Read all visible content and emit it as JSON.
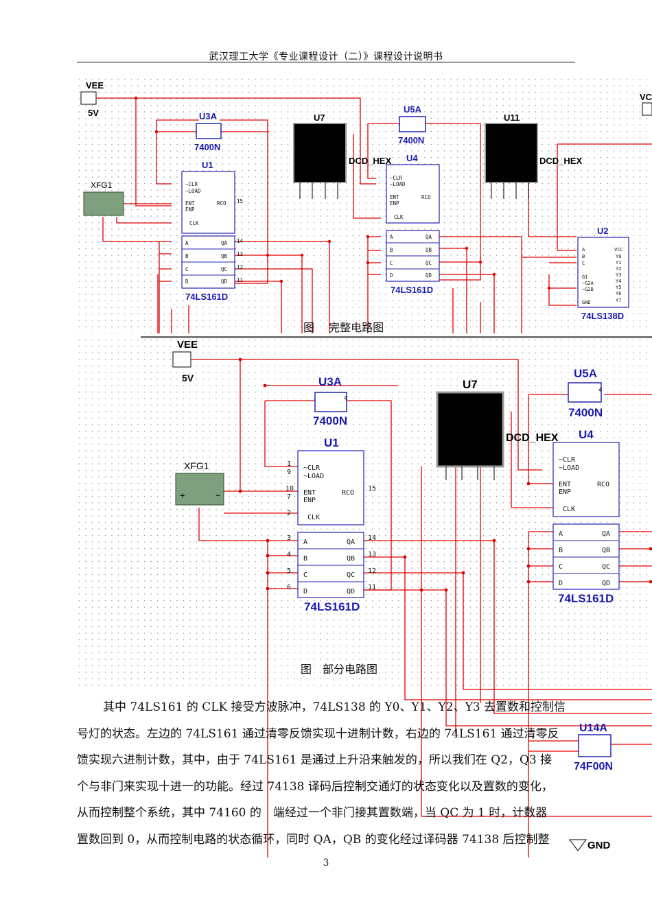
{
  "header": {
    "title": "武汉理工大学《专业课程设计（二）》课程设计说明书"
  },
  "figure1": {
    "caption": "图　 完整电路图",
    "vee": {
      "label": "VEE",
      "value": "5V"
    },
    "vcc_partial": "VC",
    "xfg": "XFG1",
    "u3a": {
      "ref": "U3A",
      "part": "7400N"
    },
    "u5a": {
      "ref": "U5A",
      "part": "7400N"
    },
    "u7": {
      "ref": "U7",
      "part": "DCD_HEX"
    },
    "u11": {
      "ref": "U11",
      "part": "DCD_HEX"
    },
    "u1": {
      "ref": "U1",
      "part": "74LS161D"
    },
    "u4": {
      "ref": "U4",
      "part": "74LS161D"
    },
    "u2": {
      "ref": "U2",
      "part": "74LS138D"
    }
  },
  "figure2": {
    "caption": "图　部分电路图",
    "vee": {
      "label": "VEE",
      "value": "5V"
    },
    "xfg": "XFG1",
    "u3a": {
      "ref": "U3A",
      "part": "7400N"
    },
    "u5a": {
      "ref": "U5A",
      "part": "7400N"
    },
    "u7": {
      "ref": "U7",
      "part": "DCD_HEX"
    },
    "u1": {
      "ref": "U1",
      "part": "74LS161D"
    },
    "u4": {
      "ref": "U4",
      "part": "74LS161D"
    },
    "u14a": {
      "ref": "U14A",
      "part": "74F00N"
    },
    "gnd": "GND"
  },
  "pins161": {
    "clr": "~CLR",
    "load": "~LOAD",
    "ent": "ENT",
    "enp": "ENP",
    "clk": "CLK",
    "rco": "RCO",
    "a": "A",
    "b": "B",
    "c": "C",
    "d": "D",
    "qa": "QA",
    "qb": "QB",
    "qc": "QC",
    "qd": "QD",
    "n1": "1",
    "n9": "9",
    "n10": "10",
    "n7": "7",
    "n2": "2",
    "n15": "15",
    "n3": "3",
    "n4": "4",
    "n5": "5",
    "n6": "6",
    "n14": "14",
    "n13": "13",
    "n12": "12",
    "n11": "11"
  },
  "pins138": {
    "a": "A",
    "b": "B",
    "c": "C",
    "g1": "G1",
    "g2a": "~G2A",
    "g2b": "~G2B",
    "gnd": "GND",
    "vcc": "VCC",
    "y0": "Y0",
    "y1": "Y1",
    "y2": "Y2",
    "y3": "Y3",
    "y4": "Y4",
    "y5": "Y5",
    "y6": "Y6",
    "y7": "Y7"
  },
  "nand_pin": "4",
  "paragraph": [
    "其中 74LS161 的 CLK 接受方波脉冲，74LS138 的 Y0、Y1、Y2、Y3 去置数和控制信",
    "号灯的状态。左边的 74LS161 通过清零反馈实现十进制计数，右边的 74LS161 通过清零反",
    "馈实现六进制计数，其中，由于 74LS161 是通过上升沿来触发的，所以我们在 Q2，Q3 接",
    "个与非门来实现十进一的功能。经过 74138 译码后控制交通灯的状态变化以及置数的变化，",
    "从而控制整个系统，其中 74160 的　端经过一个非门接其置数端，当 QC 为 1 时，计数器",
    "置数回到 0，从而控制电路的状态循环，同时 QA，QB 的变化经过译码器 74138 后控制整"
  ],
  "page_number": "3",
  "colors": {
    "wire": "#e00000",
    "part": "#2323b4",
    "label": "#1a1ab0",
    "grid": "#9a9a9a"
  }
}
